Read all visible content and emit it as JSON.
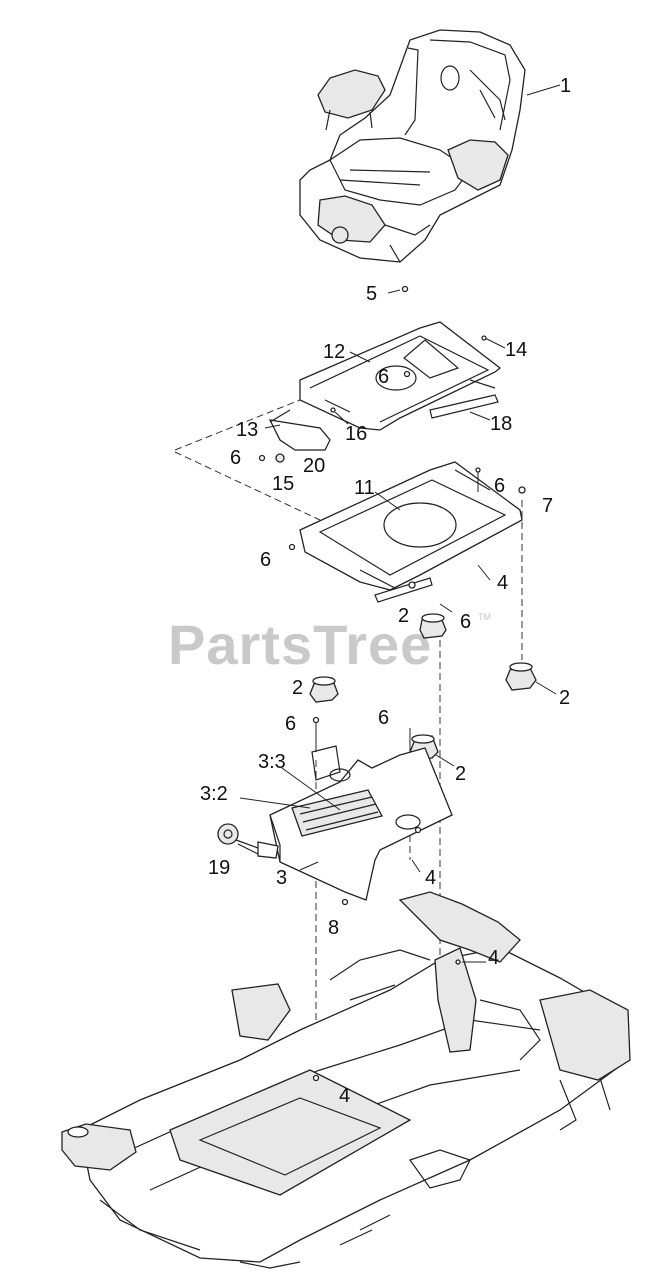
{
  "watermark": {
    "text": "PartsTree",
    "tm": "TM"
  },
  "callouts": {
    "c1": "1",
    "c5": "5",
    "c12": "12",
    "c14": "14",
    "c6a": "6",
    "c16": "16",
    "c18": "18",
    "c13": "13",
    "c6b": "6",
    "c20": "20",
    "c15": "15",
    "c11": "11",
    "c6c": "6",
    "c7": "7",
    "c6d": "6",
    "c4a": "4",
    "c2a": "2",
    "c6e": "6",
    "c2b": "2",
    "c2c": "2",
    "c6f": "6",
    "c6g": "6",
    "c2d": "2",
    "c33": "3:3",
    "c32": "3:2",
    "c19": "19",
    "c3": "3",
    "c4b": "4",
    "c8": "8",
    "c4c": "4",
    "c4d": "4"
  }
}
